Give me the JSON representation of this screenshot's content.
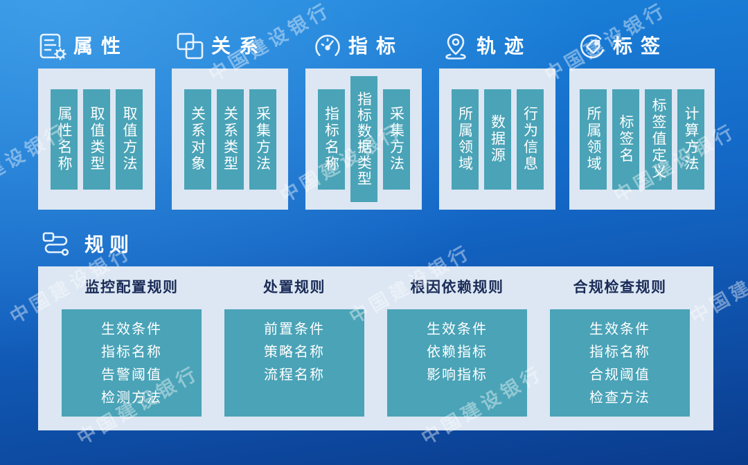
{
  "colors": {
    "background_top": "#1c88de",
    "background_mid": "#1365c4",
    "background_bottom": "#0a3b8d",
    "panel": "#dce7f3",
    "pill": "#4aa3b7",
    "column_title": "#1b2b57",
    "watermark": "rgba(255,255,255,0.40)"
  },
  "watermark": {
    "text": "中国建设银行"
  },
  "categories": [
    {
      "title": "属性",
      "icon": "form-gear-icon",
      "items": [
        "属性名称",
        "取值类型",
        "取值方法"
      ]
    },
    {
      "title": "关系",
      "icon": "overlapping-squares-icon",
      "items": [
        "关系对象",
        "关系类型",
        "采集方法"
      ]
    },
    {
      "title": "指标",
      "icon": "gauge-icon",
      "items": [
        "指标名称",
        "指标数据类型",
        "采集方法"
      ]
    },
    {
      "title": "轨迹",
      "icon": "location-pin-icon",
      "items": [
        "所属领域",
        "数据源",
        "行为信息"
      ]
    },
    {
      "title": "标签",
      "icon": "tag-icon",
      "items": [
        "所属领域",
        "标签名",
        "标签值定义",
        "计算方法"
      ]
    }
  ],
  "rules": {
    "title": "规则",
    "icon": "flow-nodes-icon",
    "columns": [
      {
        "title": "监控配置规则",
        "items": [
          "生效条件",
          "指标名称",
          "告警阈值",
          "检测方法"
        ]
      },
      {
        "title": "处置规则",
        "items": [
          "前置条件",
          "策略名称",
          "流程名称"
        ]
      },
      {
        "title": "根因依赖规则",
        "items": [
          "生效条件",
          "依赖指标",
          "影响指标"
        ]
      },
      {
        "title": "合规检查规则",
        "items": [
          "生效条件",
          "指标名称",
          "合规阈值",
          "检查方法"
        ]
      }
    ]
  }
}
